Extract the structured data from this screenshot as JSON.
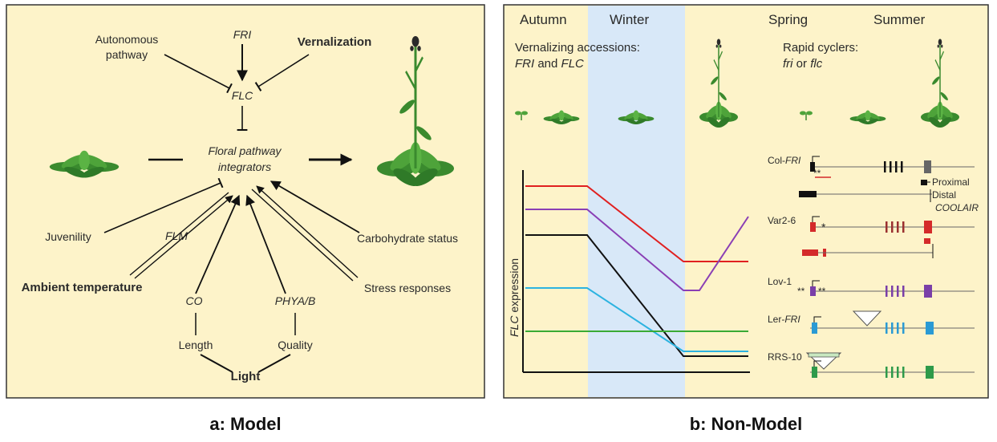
{
  "panel_a": {
    "caption": "a: Model",
    "nodes": {
      "autonomous_1": "Autonomous",
      "autonomous_2": "pathway",
      "fri": "FRI",
      "vernalization": "Vernalization",
      "flc": "FLC",
      "integrators_1": "Floral pathway",
      "integrators_2": "integrators",
      "juvenility": "Juvenility",
      "flm": "FLM",
      "ambient_temperature": "Ambient temperature",
      "co": "CO",
      "phya_b": "PHYA/B",
      "carbohydrate": "Carbohydrate status",
      "stress": "Stress responses",
      "length": "Length",
      "quality": "Quality",
      "light": "Light"
    }
  },
  "panel_b": {
    "caption": "b: Non-Model",
    "seasons": [
      "Autumn",
      "Winter",
      "Spring",
      "Summer"
    ],
    "vernalizing_1": "Vernalizing accessions:",
    "vernalizing_fri": "FRI",
    "vernalizing_and": " and ",
    "vernalizing_flc": "FLC",
    "rapid_1": "Rapid cyclers:",
    "rapid_fri": "fri",
    "rapid_or": " or ",
    "rapid_flc": "flc",
    "ylabel_italic": "FLC",
    "ylabel_rest": " expression",
    "line_colors": [
      "#e02020",
      "#8a3fb5",
      "#111111",
      "#2cb3e0",
      "#3aaa35"
    ],
    "accessions": [
      {
        "label_a": "Col-",
        "label_b": "FRI",
        "color": "#111111"
      },
      {
        "label_a": "Var2-6",
        "label_b": "",
        "color": "#d42a2a"
      },
      {
        "label_a": "Lov-1",
        "label_b": "",
        "color": "#7a3fa8"
      },
      {
        "label_a": "Ler-",
        "label_b": "FRI",
        "color": "#2a9ad4"
      },
      {
        "label_a": "RRS-10",
        "label_b": "",
        "color": "#2e9a4a"
      }
    ],
    "proximal": "Proximal",
    "distal": "Distal",
    "coolair": "COOLAIR"
  }
}
